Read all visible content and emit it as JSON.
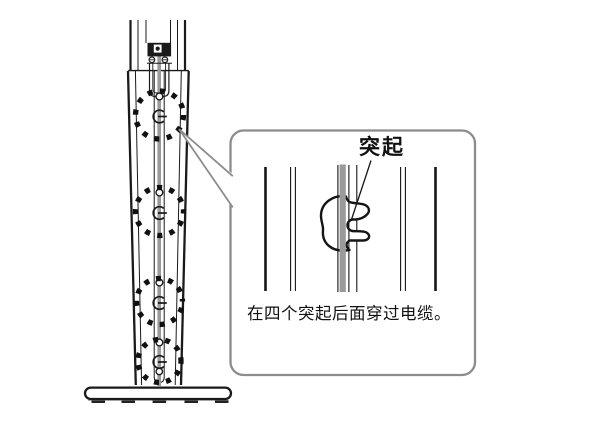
{
  "figure": {
    "type": "instruction-diagram",
    "callout": {
      "label": "突起",
      "caption": "在四个突起后面穿过电缆。"
    },
    "highlighted_hook_count": 4,
    "colors": {
      "line": "#1a1a1a",
      "callout_border": "#8c8c8c",
      "cable_gray": "#9a9a9a",
      "background": "#ffffff"
    }
  }
}
